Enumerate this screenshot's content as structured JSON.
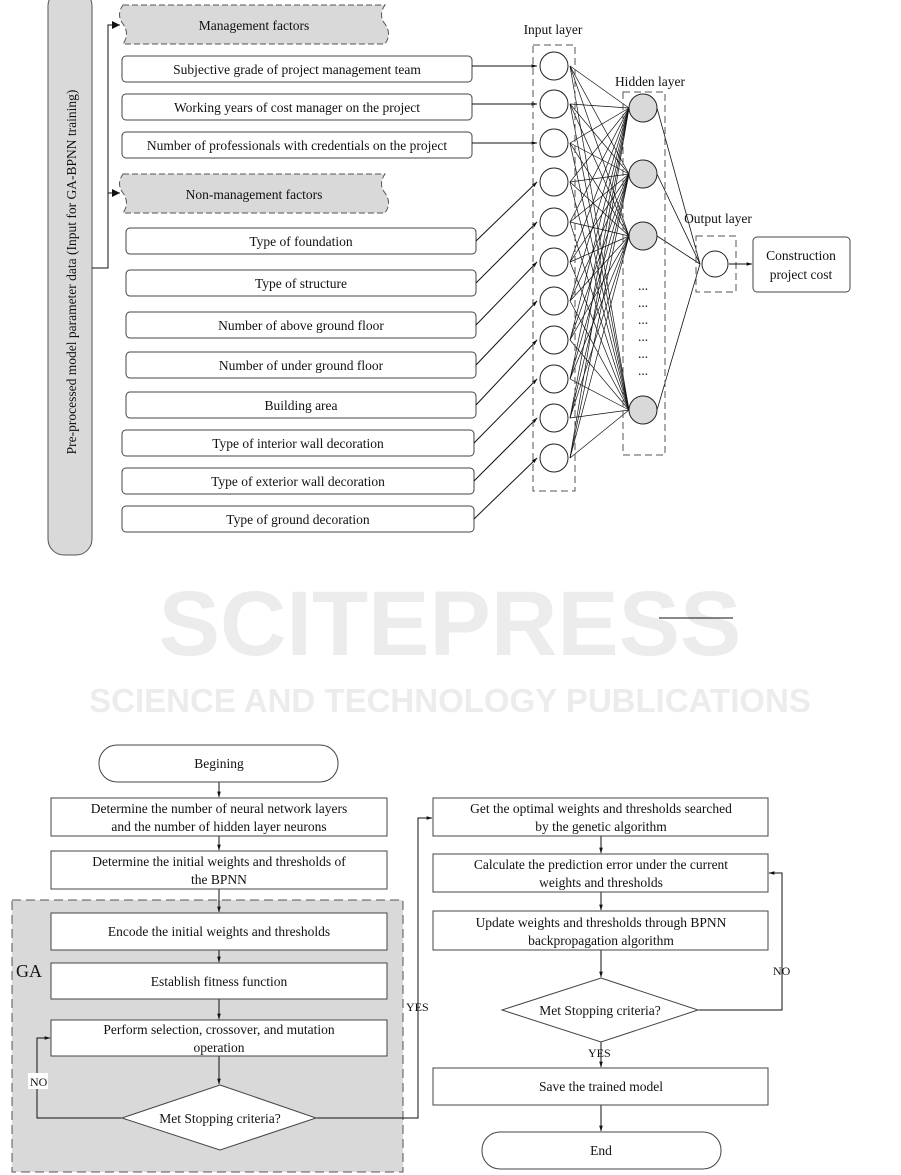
{
  "network": {
    "side_label": "Pre-processed model parameter data (Input for GA-BPNN training)",
    "management_header": "Management factors",
    "management_items": [
      "Subjective grade of project management team",
      "Working years of cost manager on the project",
      "Number of professionals with credentials on the project"
    ],
    "non_management_header": "Non-management factors",
    "non_management_items": [
      "Type of foundation",
      "Type of structure",
      "Number of above ground floor",
      "Number of under ground floor",
      "Building area",
      "Type of interior wall decoration",
      "Type of exterior wall decoration",
      "Type of ground decoration"
    ],
    "input_layer": "Input layer",
    "hidden_layer": "Hidden layer",
    "output_layer": "Output layer",
    "hidden_ellipsis": [
      "...",
      "...",
      "...",
      "...",
      "...",
      "..."
    ],
    "output_line1": "Construction",
    "output_line2": "project cost"
  },
  "watermark": {
    "line1": "SCITEPRESS",
    "line2": "SCIENCE AND TECHNOLOGY PUBLICATIONS"
  },
  "flow": {
    "begin": "Begining",
    "step1_l1": "Determine the number of neural network layers",
    "step1_l2": "and the number of hidden layer neurons",
    "step2_l1": "Determine the initial weights and thresholds of",
    "step2_l2": "the BPNN",
    "ga_label": "GA",
    "encode": "Encode the initial weights and thresholds",
    "fitness": "Establish fitness function",
    "perform_l1": "Perform selection, crossover, and mutation",
    "perform_l2": "operation",
    "ga_decision": "Met  Stopping criteria?",
    "no1": "NO",
    "yes1": "YES",
    "get_l1": "Get the optimal weights and thresholds searched",
    "get_l2": "by the genetic algorithm",
    "calc_l1": "Calculate the prediction error under the current",
    "calc_l2": "weights and thresholds",
    "update_l1": "Update weights and thresholds through BPNN",
    "update_l2": "backpropagation algorithm",
    "bp_decision": "Met  Stopping criteria?",
    "no2": "NO",
    "yes2": "YES",
    "save": "Save the trained model",
    "end": "End"
  }
}
